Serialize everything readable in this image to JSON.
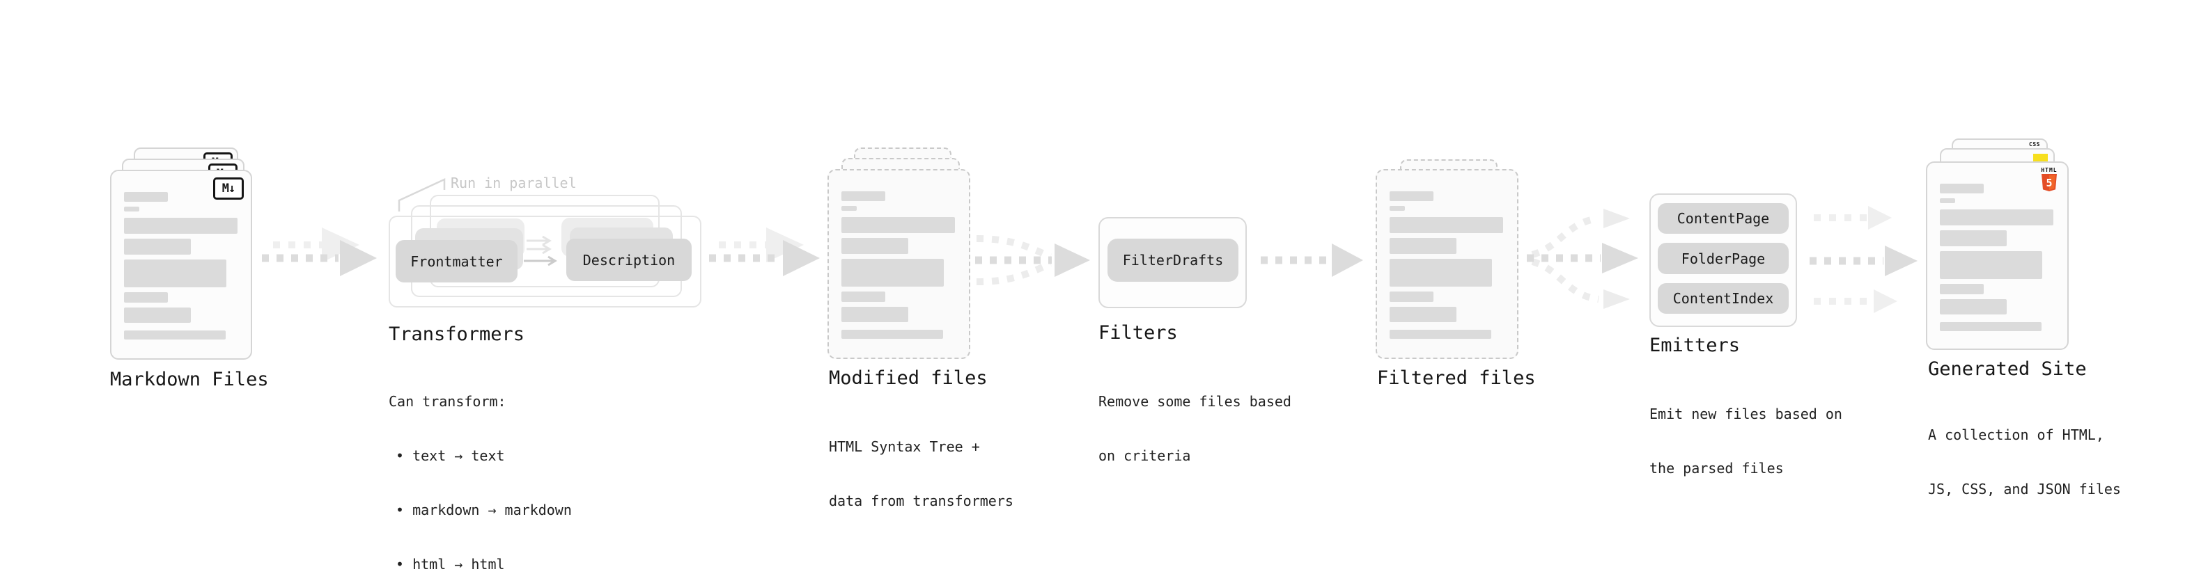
{
  "stages": {
    "markdown_files": {
      "label": "Markdown Files",
      "icon": "M↓"
    },
    "transformers": {
      "label": "Transformers",
      "note": "Run in parallel",
      "source_button": "Frontmatter",
      "target_button": "Description",
      "desc_title": "Can transform:",
      "bullets": [
        "• text → text",
        "• markdown → markdown",
        "• html → html"
      ]
    },
    "modified_files": {
      "label": "Modified files",
      "desc_line1": "HTML Syntax Tree +",
      "desc_line2": "data from transformers"
    },
    "filters": {
      "label": "Filters",
      "button": "FilterDrafts",
      "desc_line1": "Remove some files based",
      "desc_line2": "on criteria"
    },
    "filtered_files": {
      "label": "Filtered files"
    },
    "emitters": {
      "label": "Emitters",
      "buttons": [
        "ContentPage",
        "FolderPage",
        "ContentIndex"
      ],
      "desc_line1": "Emit new files based on",
      "desc_line2": "the parsed files"
    },
    "generated_site": {
      "label": "Generated Site",
      "desc_line1": "A collection of HTML,",
      "desc_line2": "JS, CSS, and JSON files",
      "badges": {
        "css": "CSS",
        "html_label": "HTML",
        "html_number": "5"
      }
    }
  },
  "colors": {
    "arrow_dark": "#dcdcdc",
    "arrow_light": "#ececec",
    "node_fill": "#d8d8d8",
    "card_border": "#d5d5d5",
    "dashed_border": "#c9c9c9",
    "skeleton_bar": "#dbdbdb",
    "markdown_icon": "#151515",
    "html5_orange": "#e44d26",
    "js_yellow": "#f7df1e",
    "css_blue": "#2965f1",
    "note_gray": "#c7c7c7"
  }
}
